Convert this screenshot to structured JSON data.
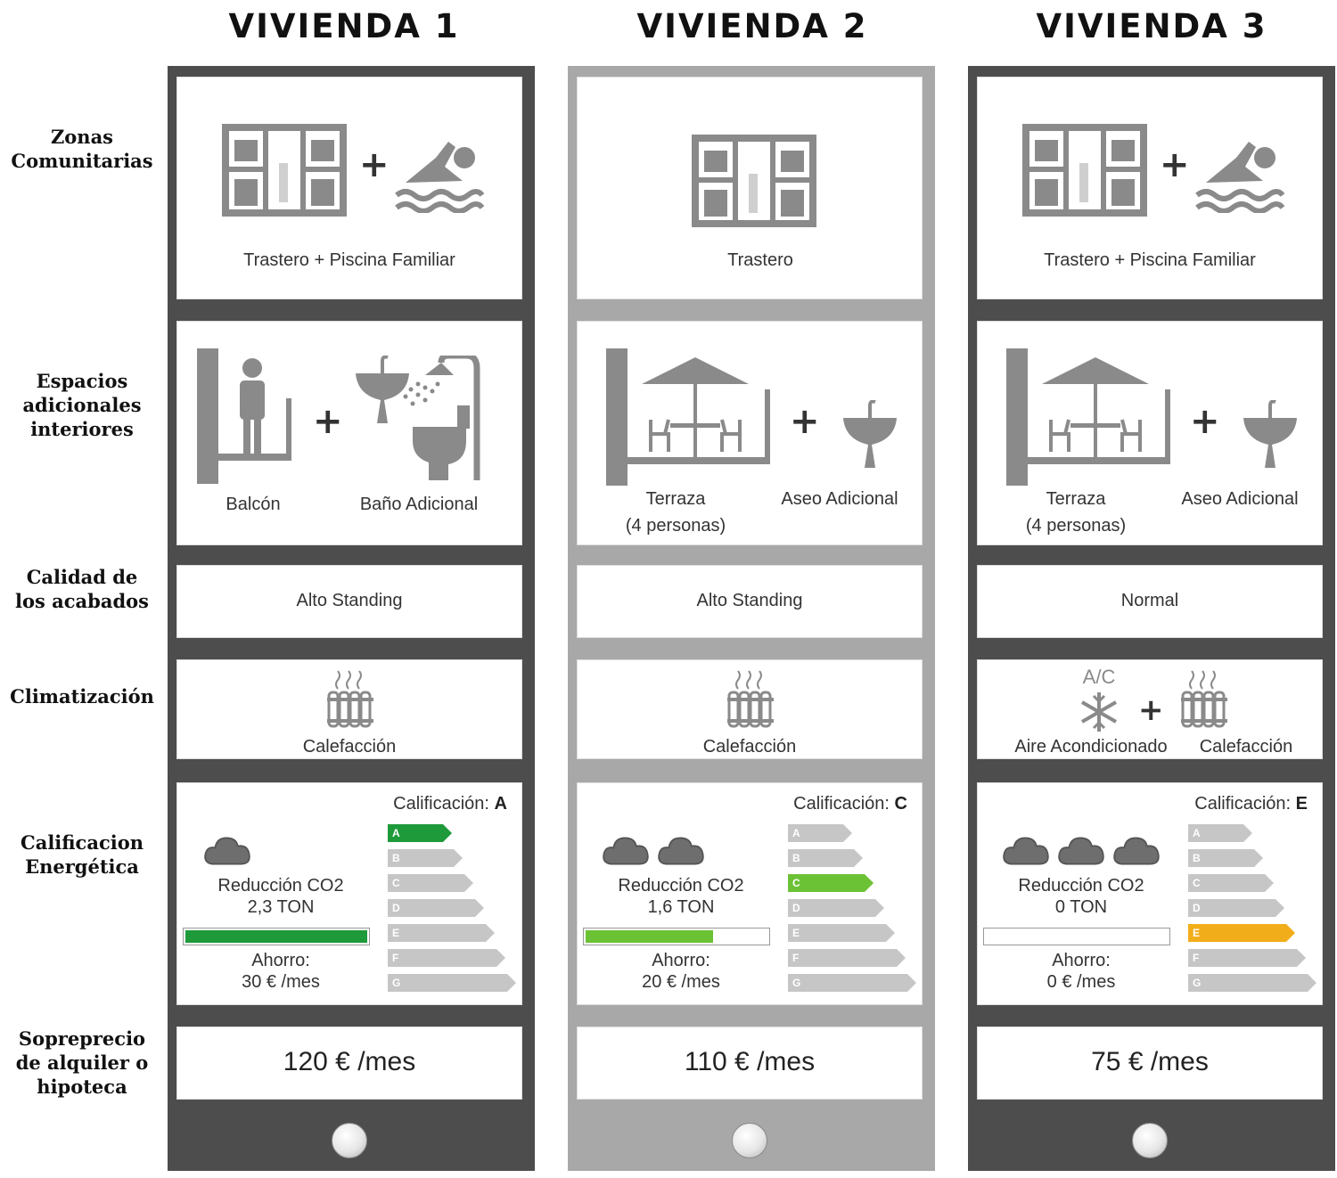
{
  "columns_titles": [
    "VIVIENDA 1",
    "VIVIENDA 2",
    "VIVIENDA 3"
  ],
  "row_labels": {
    "zonas": [
      "Zonas",
      "Comunitarias"
    ],
    "espacios": [
      "Espacios",
      "adicionales",
      "interiores"
    ],
    "calidad": [
      "Calidad de",
      "los acabados"
    ],
    "clima": [
      "Climatización"
    ],
    "energia": [
      "Calificacion",
      "Energética"
    ],
    "precio": [
      "Sopreprecio",
      "de alquiler o",
      "hipoteca"
    ]
  },
  "v1": {
    "zonas": "Trastero + Piscina Familiar",
    "espacio_a": "Balcón",
    "espacio_b": "Baño Adicional",
    "calidad": "Alto Standing",
    "clima": "Calefacción",
    "rating_prefix": "Calificación:",
    "rating": "A",
    "co2_label": "Reducción CO2",
    "co2_value": "2,3 TON",
    "co2_fraction": 1.0,
    "ahorro_label": "Ahorro:",
    "ahorro_value": "30 € /mes",
    "price": "120 € /mes"
  },
  "v2": {
    "zonas": "Trastero",
    "espacio_a": "Terraza",
    "espacio_a2": "(4 personas)",
    "espacio_b": "Aseo Adicional",
    "calidad": "Alto Standing",
    "clima": "Calefacción",
    "rating_prefix": "Calificación:",
    "rating": "C",
    "co2_label": "Reducción CO2",
    "co2_value": "1,6 TON",
    "co2_fraction": 0.7,
    "ahorro_label": "Ahorro:",
    "ahorro_value": "20 € /mes",
    "price": "110 € /mes"
  },
  "v3": {
    "zonas": "Trastero + Piscina Familiar",
    "espacio_a": "Terraza",
    "espacio_a2": "(4 personas)",
    "espacio_b": "Aseo Adicional",
    "calidad": "Normal",
    "clima_ac": "Aire Acondicionado",
    "clima_ac_tag": "A/C",
    "clima": "Calefacción",
    "rating_prefix": "Calificación:",
    "rating": "E",
    "co2_label": "Reducción CO2",
    "co2_value": "0 TON",
    "co2_fraction": 0.0,
    "ahorro_label": "Ahorro:",
    "ahorro_value": "0 € /mes",
    "price": "75 € /mes"
  },
  "energy_letters": [
    "A",
    "B",
    "C",
    "D",
    "E",
    "F",
    "G"
  ],
  "colors": {
    "dark_frame": "#4d4d4d",
    "light_frame": "#a8a8a8",
    "rating_A": "#1e9a3a",
    "rating_C": "#6cc235",
    "rating_E": "#f2ad1a",
    "icon_gray": "#8a8a8a"
  }
}
